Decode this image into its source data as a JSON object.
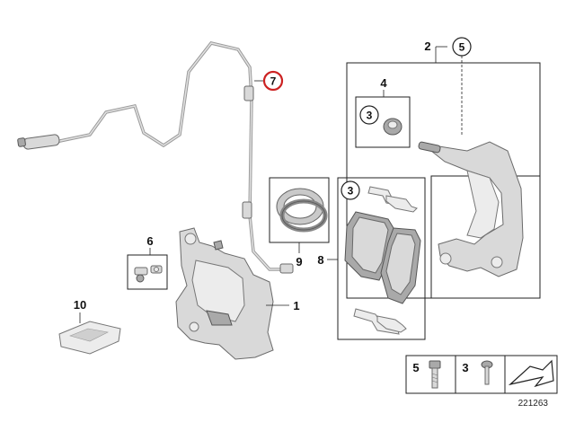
{
  "callouts": {
    "c1": "1",
    "c2": "2",
    "c4": "4",
    "c6": "6",
    "c8": "8",
    "c9": "9",
    "c10": "10"
  },
  "circled": {
    "c7": "7",
    "c5": "5",
    "c3a": "3",
    "c3b": "3"
  },
  "legend": {
    "num5": "5",
    "num3": "3"
  },
  "doc_number": "221263",
  "colors": {
    "highlight": "#cc2222",
    "line": "#222222",
    "part_fill": "#d9d9d9"
  }
}
